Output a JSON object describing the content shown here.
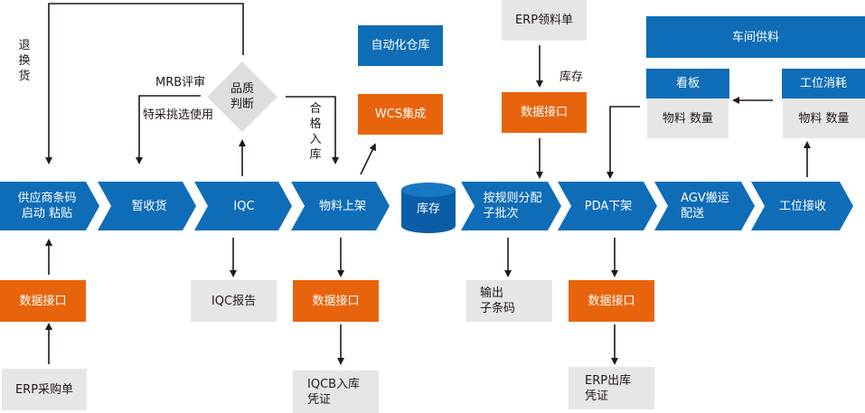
{
  "flow": {
    "steps": [
      {
        "label_line1": "供应商条码",
        "label_line2": "启动 粘贴"
      },
      {
        "label_line1": "暂收货",
        "label_line2": ""
      },
      {
        "label_line1": "IQC",
        "label_line2": ""
      },
      {
        "label_line1": "物料上架",
        "label_line2": ""
      },
      {
        "label_line1": "库存",
        "label_line2": ""
      },
      {
        "label_line1": "按规则分配",
        "label_line2": "子批次"
      },
      {
        "label_line1": "PDA下架",
        "label_line2": ""
      },
      {
        "label_line1": "AGV搬运",
        "label_line2": "配送"
      },
      {
        "label_line1": "工位接收",
        "label_line2": ""
      }
    ]
  },
  "decision": {
    "line1": "品质",
    "line2": "判断"
  },
  "labels": {
    "return_goods": [
      "退",
      "换",
      "货"
    ],
    "mrb_review": "MRB评审",
    "special_use": "特采挑选使用",
    "qualified_storage": [
      "合",
      "格",
      "入",
      "库"
    ],
    "inventory": "库存"
  },
  "boxes": {
    "auto_warehouse": "自动化仓库",
    "wcs": "WCS集成",
    "erp_picking": "ERP领料单",
    "data_interface": "数据接口",
    "workshop_supply": "车间供料",
    "kanban": "看板",
    "station_consume": "工位消耗",
    "material_qty": "物料 数量",
    "erp_purchase": "ERP采购单",
    "iqc_report": "IQC报告",
    "iqcb_voucher_line1": "IQCB入库",
    "iqcb_voucher_line2": "凭证",
    "output_line1": "输出",
    "output_line2": "子条码",
    "erp_out_line1": "ERP出库",
    "erp_out_line2": "凭证"
  },
  "colors": {
    "blue": "#0f6db7",
    "orange": "#e8640c",
    "gray": "#e6e6e6",
    "line": "#231815"
  }
}
